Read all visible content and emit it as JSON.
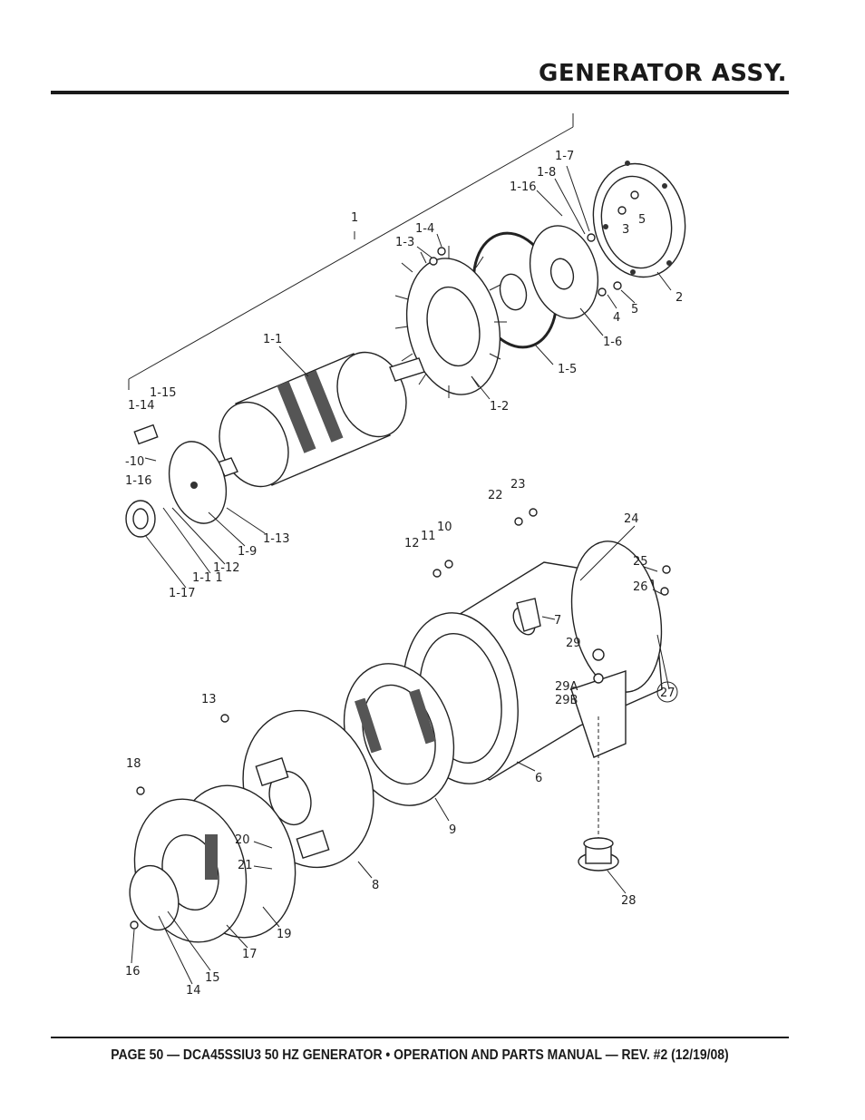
{
  "header": {
    "title": "GENERATOR ASSY."
  },
  "footer": {
    "text": "PAGE 50 — DCA45SSIU3 50 HZ GENERATOR • OPERATION AND PARTS MANUAL — REV. #2 (12/19/08)"
  },
  "callouts": {
    "c1": "1",
    "c1_1": "1-1",
    "c1_2": "1-2",
    "c1_3": "1-3",
    "c1_4": "1-4",
    "c1_5": "1-5",
    "c1_6": "1-6",
    "c1_7": "1-7",
    "c1_8": "1-8",
    "c1_9": "1-9",
    "c1_10": "-10",
    "c1_11": "1-1 1",
    "c1_12": "1-12",
    "c1_13": "1-13",
    "c1_14": "1-14",
    "c1_15": "1-15",
    "c1_16a": "1-16",
    "c1_16b": "1-16",
    "c1_17": "1-17",
    "c2": "2",
    "c3": "3",
    "c4": "4",
    "c5a": "5",
    "c5b": "5",
    "c6": "6",
    "c7": "7",
    "c8": "8",
    "c9": "9",
    "c10": "10",
    "c11": "11",
    "c12": "12",
    "c13": "13",
    "c14": "14",
    "c15": "15",
    "c16": "16",
    "c17": "17",
    "c18": "18",
    "c19": "19",
    "c20": "20",
    "c21": "21",
    "c22": "22",
    "c23": "23",
    "c24": "24",
    "c25": "25",
    "c26": "26",
    "c27": "27",
    "c28": "28",
    "c29": "29",
    "c29A": "29A",
    "c29B": "29B"
  }
}
